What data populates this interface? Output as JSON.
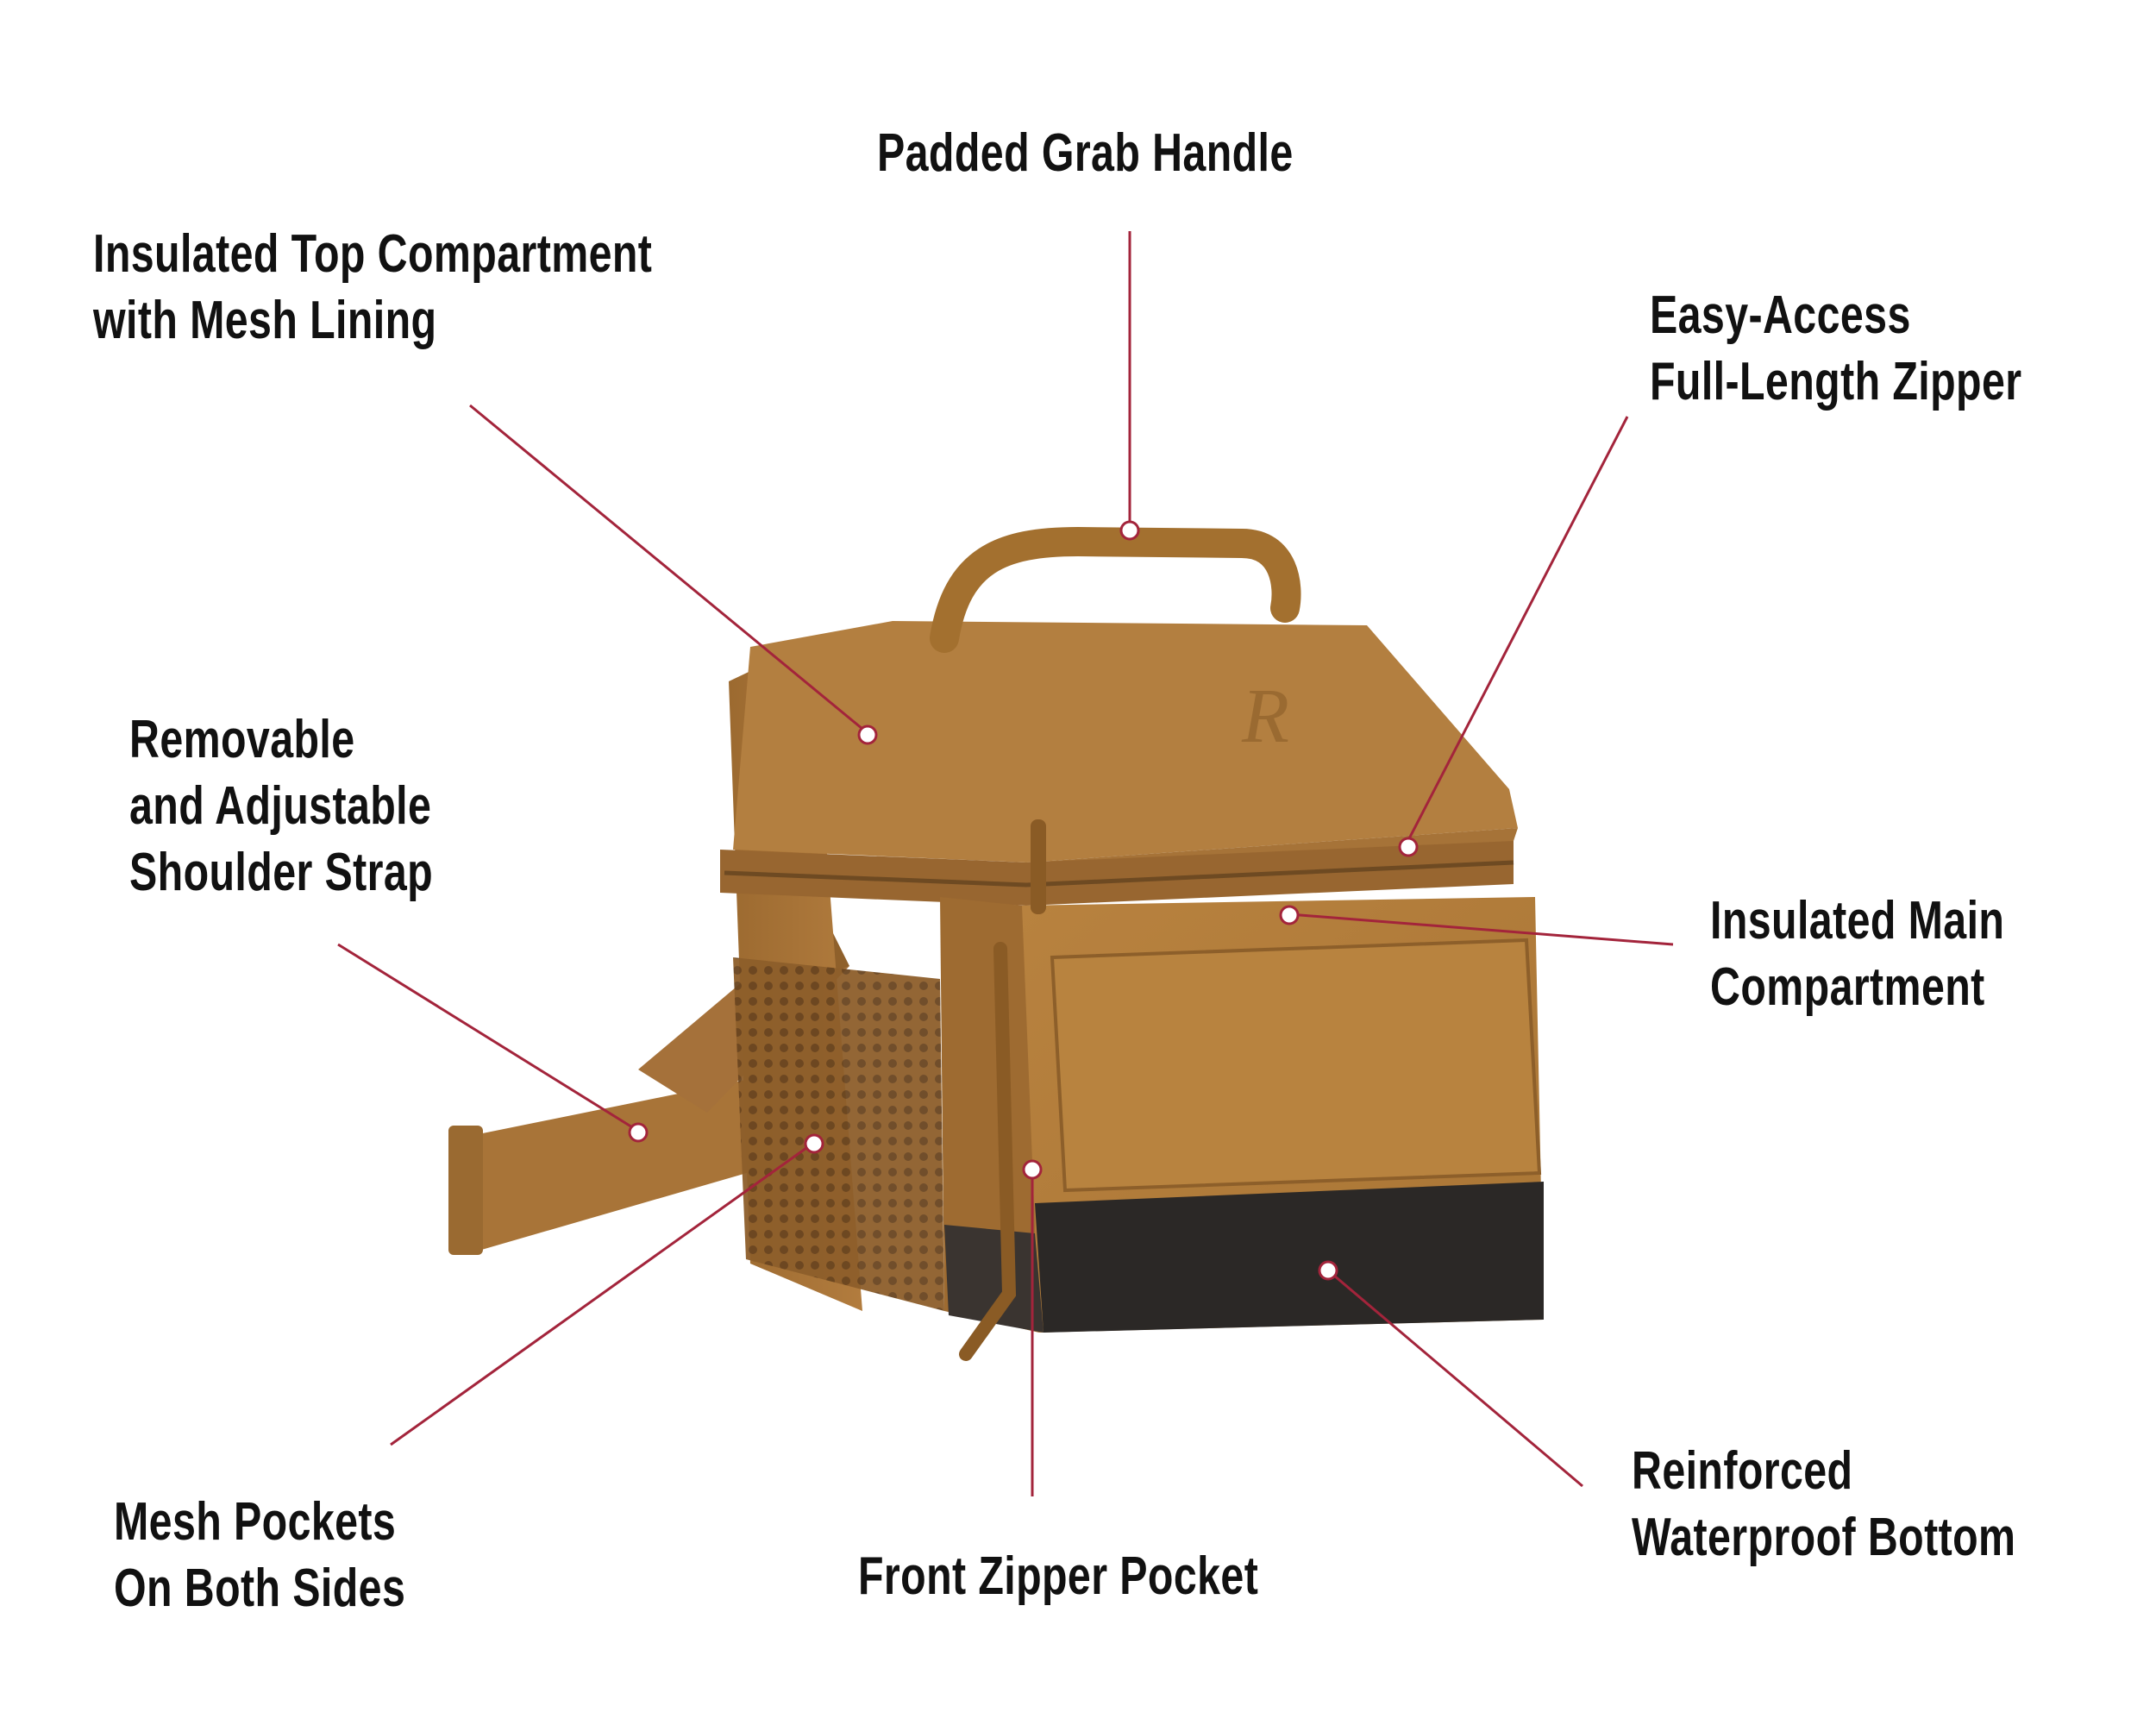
{
  "callouts": {
    "handle": [
      "Padded Grab Handle"
    ],
    "top_compartment": [
      "Insulated Top Compartment",
      "with Mesh Lining"
    ],
    "zipper": [
      "Easy-Access",
      "Full-Length Zipper"
    ],
    "strap": [
      "Removable",
      "and Adjustable",
      "Shoulder Strap"
    ],
    "main_compartment": [
      "Insulated Main",
      "Compartment"
    ],
    "mesh_pockets": [
      "Mesh Pockets",
      "On Both Sides"
    ],
    "front_pocket": [
      "Front Zipper Pocket"
    ],
    "bottom": [
      "Reinforced",
      "Waterproof Bottom"
    ]
  },
  "colors": {
    "callout_line": "#a3243b",
    "bag_coyote": "#b07a3c",
    "bag_dark": "#2b2826",
    "text": "#111111"
  },
  "logo": "R"
}
